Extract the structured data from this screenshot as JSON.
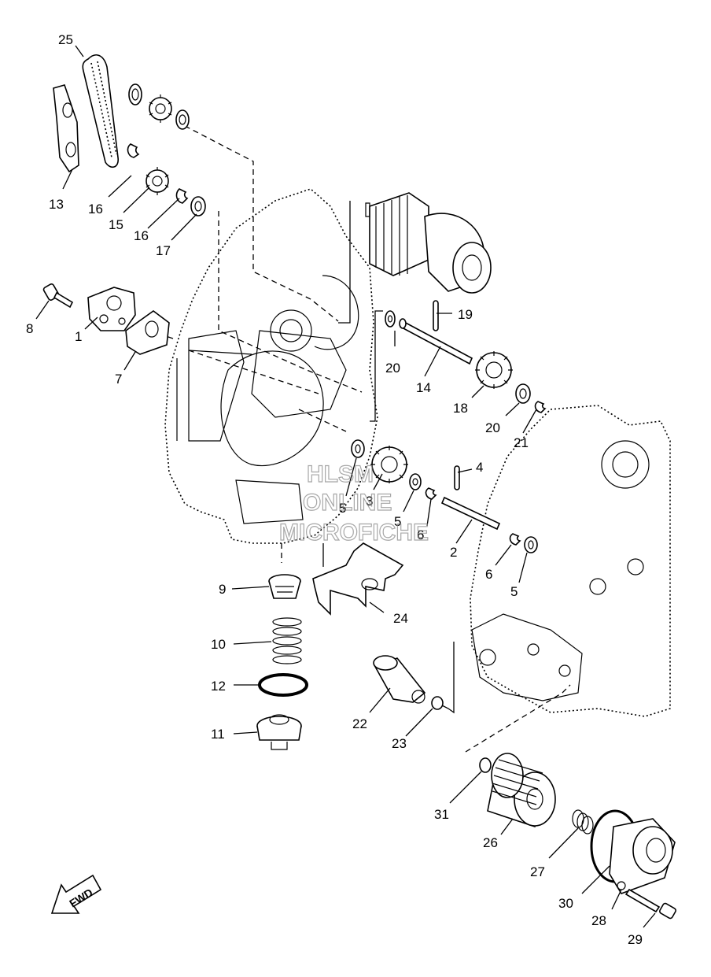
{
  "watermark": {
    "lines": [
      "HLSM",
      "ONLINE",
      "MICROFICHE"
    ]
  },
  "fwd_arrow": {
    "label": "FWD"
  },
  "callouts": {
    "c1": "1",
    "c2": "2",
    "c3": "3",
    "c4": "4",
    "c5a": "5",
    "c5b": "5",
    "c5c": "5",
    "c6a": "6",
    "c6b": "6",
    "c7": "7",
    "c8": "8",
    "c9": "9",
    "c10": "10",
    "c11": "11",
    "c12": "12",
    "c13": "13",
    "c14": "14",
    "c15": "15",
    "c16a": "16",
    "c16b": "16",
    "c17": "17",
    "c18": "18",
    "c19": "19",
    "c20a": "20",
    "c20b": "20",
    "c21": "21",
    "c22": "22",
    "c23": "23",
    "c24": "24",
    "c25": "25",
    "c26": "26",
    "c27": "27",
    "c28": "28",
    "c29": "29",
    "c30": "30",
    "c31": "31"
  },
  "icons": {
    "fwd": "fwd-arrow-icon"
  }
}
